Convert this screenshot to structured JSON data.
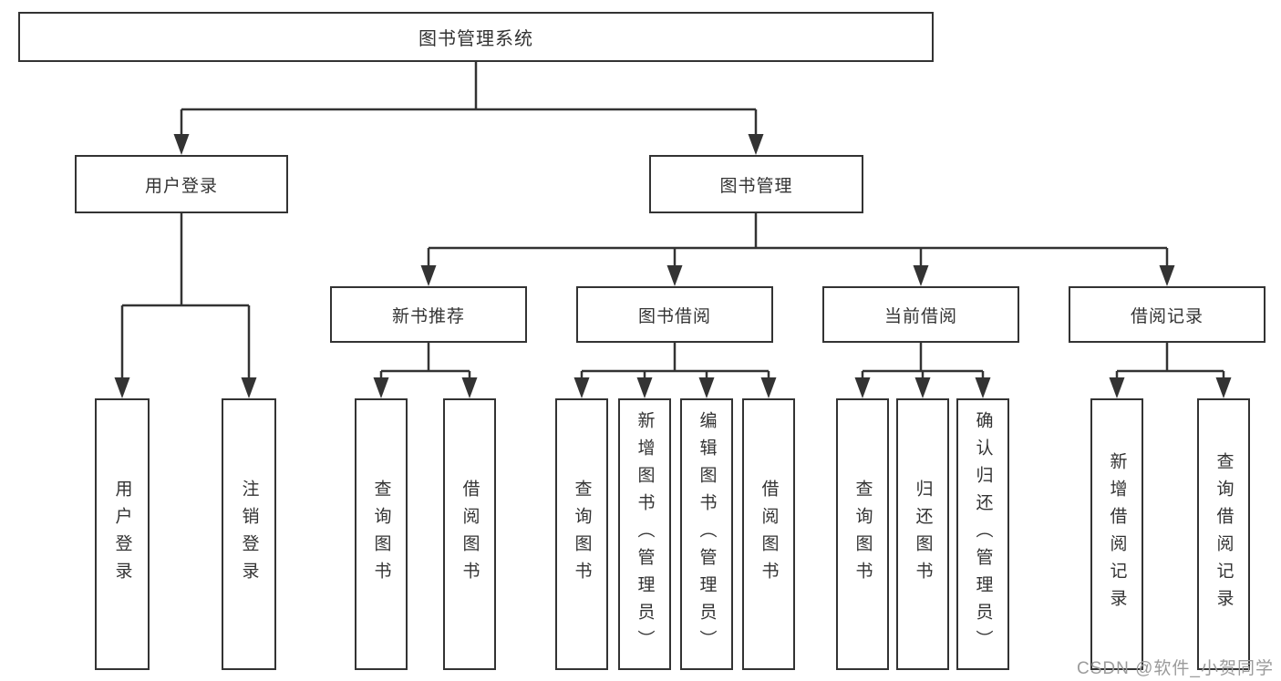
{
  "diagram": {
    "type": "functional-structure-tree",
    "background": "#ffffff",
    "line_color": "#333333",
    "box_border_color": "#333333",
    "box_fill": "#ffffff",
    "text_color": "#333333",
    "nodes": {
      "root": {
        "label": "图书管理系统",
        "parent": null,
        "level": 1
      },
      "user_login": {
        "label": "用户登录",
        "parent": "root",
        "level": 2
      },
      "book_mgmt": {
        "label": "图书管理",
        "parent": "root",
        "level": 2
      },
      "new_book_rec": {
        "label": "新书推荐",
        "parent": "book_mgmt",
        "level": 3
      },
      "book_borrow": {
        "label": "图书借阅",
        "parent": "book_mgmt",
        "level": 3
      },
      "current_borrow": {
        "label": "当前借阅",
        "parent": "book_mgmt",
        "level": 3
      },
      "borrow_records": {
        "label": "借阅记录",
        "parent": "book_mgmt",
        "level": 3
      },
      "leaf_user_login": {
        "label": "用户登录",
        "parent": "user_login",
        "level": 4,
        "orientation": "vertical"
      },
      "leaf_logout": {
        "label": "注销登录",
        "parent": "user_login",
        "level": 4,
        "orientation": "vertical"
      },
      "leaf_rec_query_books": {
        "label": "查询图书",
        "parent": "new_book_rec",
        "level": 4,
        "orientation": "vertical"
      },
      "leaf_rec_borrow_books": {
        "label": "借阅图书",
        "parent": "new_book_rec",
        "level": 4,
        "orientation": "vertical"
      },
      "leaf_borrow_query_books": {
        "label": "查询图书",
        "parent": "book_borrow",
        "level": 4,
        "orientation": "vertical"
      },
      "leaf_borrow_add_books": {
        "label": "新增图书（管理员）",
        "parent": "book_borrow",
        "level": 4,
        "orientation": "vertical"
      },
      "leaf_borrow_edit_books": {
        "label": "编辑图书（管理员）",
        "parent": "book_borrow",
        "level": 4,
        "orientation": "vertical"
      },
      "leaf_borrow_borrow_books": {
        "label": "借阅图书",
        "parent": "book_borrow",
        "level": 4,
        "orientation": "vertical"
      },
      "leaf_current_query_books": {
        "label": "查询图书",
        "parent": "current_borrow",
        "level": 4,
        "orientation": "vertical"
      },
      "leaf_current_return_books": {
        "label": "归还图书",
        "parent": "current_borrow",
        "level": 4,
        "orientation": "vertical"
      },
      "leaf_current_confirm_return": {
        "label": "确认归还（管理员）",
        "parent": "current_borrow",
        "level": 4,
        "orientation": "vertical"
      },
      "leaf_records_add_record": {
        "label": "新增借阅记录",
        "parent": "borrow_records",
        "level": 4,
        "orientation": "vertical"
      },
      "leaf_records_query_record": {
        "label": "查询借阅记录",
        "parent": "borrow_records",
        "level": 4,
        "orientation": "vertical"
      }
    }
  },
  "watermark": {
    "text": "CSDN @软件_小贺同学",
    "color": "#9b9b9b"
  }
}
